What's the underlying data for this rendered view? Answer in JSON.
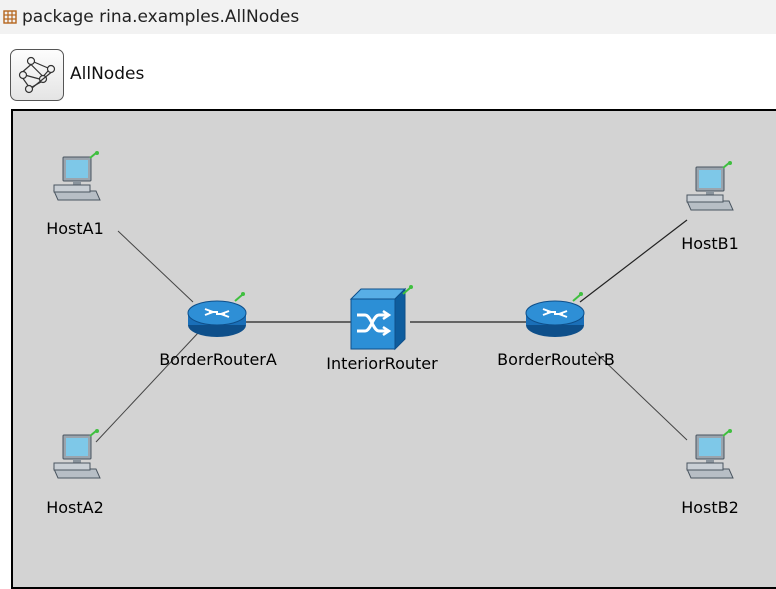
{
  "package": {
    "text": "package rina.examples.AllNodes",
    "icon": "package-icon",
    "icon_color": "#b5651d"
  },
  "network": {
    "title": "AllNodes",
    "icon": "network-icon"
  },
  "canvas": {
    "background": "#d3d3d3",
    "nodes": {
      "hostA1": {
        "label": "HostA1",
        "icon": "host-computer-icon"
      },
      "hostA2": {
        "label": "HostA2",
        "icon": "host-computer-icon"
      },
      "borderRouterA": {
        "label": "BorderRouterA",
        "icon": "router-icon"
      },
      "interiorRouter": {
        "label": "InteriorRouter",
        "icon": "switch-icon"
      },
      "borderRouterB": {
        "label": "BorderRouterB",
        "icon": "router-icon"
      },
      "hostB1": {
        "label": "HostB1",
        "icon": "host-computer-icon"
      },
      "hostB2": {
        "label": "HostB2",
        "icon": "host-computer-icon"
      }
    },
    "connections": [
      [
        "hostA1",
        "borderRouterA"
      ],
      [
        "hostA2",
        "borderRouterA"
      ],
      [
        "borderRouterA",
        "interiorRouter"
      ],
      [
        "interiorRouter",
        "borderRouterB"
      ],
      [
        "borderRouterB",
        "hostB1"
      ],
      [
        "borderRouterB",
        "hostB2"
      ]
    ],
    "colors": {
      "router": "#1a6fb8",
      "switch": "#2c8fd6",
      "host_screen": "#7ec8e8",
      "status_led": "#3fbf3f"
    }
  }
}
